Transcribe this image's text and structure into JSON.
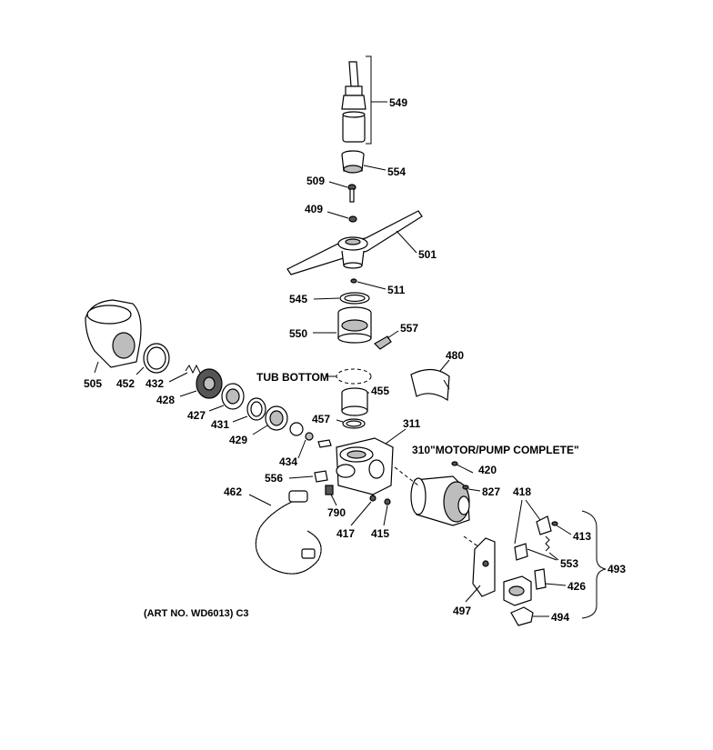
{
  "labels": {
    "p549": "549",
    "p554": "554",
    "p509": "509",
    "p409": "409",
    "p501": "501",
    "p511": "511",
    "p545": "545",
    "p550": "550",
    "p557": "557",
    "p480": "480",
    "tub_bottom": "TUB BOTTOM",
    "p455": "455",
    "p457": "457",
    "p311": "311",
    "p310": "310\"MOTOR/PUMP COMPLETE\"",
    "p505": "505",
    "p452": "452",
    "p432": "432",
    "p428": "428",
    "p427": "427",
    "p431": "431",
    "p429": "429",
    "p434": "434",
    "p556": "556",
    "p790": "790",
    "p462": "462",
    "p417": "417",
    "p415": "415",
    "p420": "420",
    "p827": "827",
    "p418": "418",
    "p413": "413",
    "p553": "553",
    "p493": "493",
    "p426": "426",
    "p497": "497",
    "p494": "494",
    "art_no": "(ART NO. WD6013) C3"
  }
}
